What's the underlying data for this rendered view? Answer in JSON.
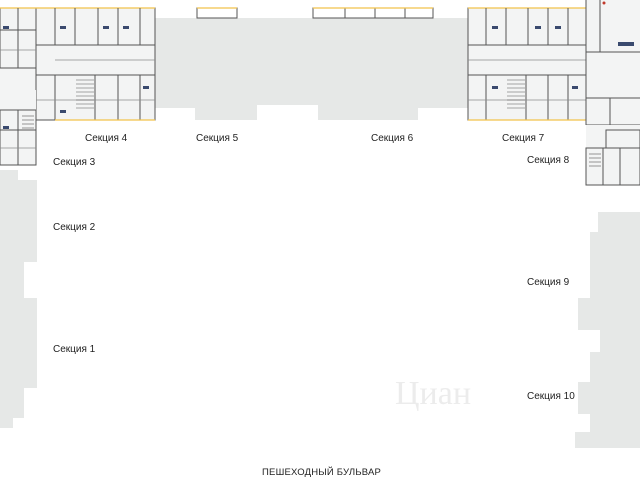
{
  "sections": {
    "s1": "Секция 1",
    "s2": "Секция 2",
    "s3": "Секция 3",
    "s4": "Секция 4",
    "s5": "Секция 5",
    "s6": "Секция 6",
    "s7": "Секция 7",
    "s8": "Секция 8",
    "s9": "Секция 9",
    "s10": "Секция 10"
  },
  "street_label": "ПЕШЕХОДНЫЙ БУЛЬВАР",
  "watermark": "Циан",
  "colors": {
    "block": "#e6e8e7",
    "wall": "#555555",
    "window_edge": "#f2c24b",
    "accent": "#3a4a6e"
  }
}
